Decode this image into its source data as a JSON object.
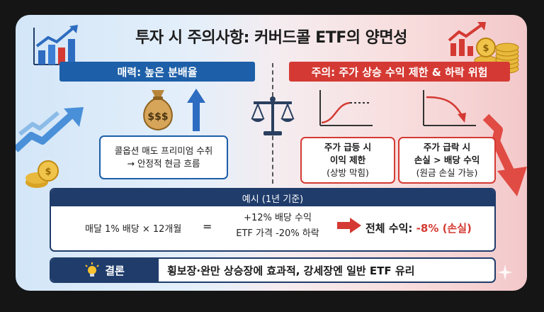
{
  "title": "투자 시 주의사항: 커버드콜 ETF의 양면성",
  "left": {
    "header": "매력: 높은 분배율",
    "bag_text": "$$$",
    "box_line1": "콜옵션 매도 프리미엄 수취",
    "box_line2": "→ 안정적 현금 흐름"
  },
  "right": {
    "header": "주의: 주가 상승 수익 제한 & 하락 위험",
    "box1": {
      "line1": "주가 급등 시",
      "line2": "이익 제한",
      "line3": "(상방 막힘)"
    },
    "box2": {
      "line1": "주가 급락 시",
      "line2": "손실 > 배당 수익",
      "line3": "(원금 손실 가능)"
    }
  },
  "example": {
    "header": "예시 (1년 기준)",
    "monthly": "매달 1% 배당 × 12개월",
    "equals": "=",
    "line1": "+12% 배당 수익",
    "line2": "ETF 가격 -20% 하락",
    "total_label": "전체 수익:",
    "total_value": "-8% (손실)"
  },
  "conclusion": {
    "tag": "결론",
    "text": "횡보장·완만 상승장에 효과적, 강세장엔 일반 ETF 유리"
  },
  "colors": {
    "blue": "#1d5fa8",
    "red": "#d43a33",
    "navy": "#1f3c6b"
  },
  "icons": [
    "bar-chart-up-icon",
    "money-bag-icon",
    "up-arrow-icon",
    "coin-stack-icon",
    "balance-scale-icon",
    "capped-growth-chart-icon",
    "falling-chart-icon",
    "down-arrow-icon",
    "lightbulb-icon",
    "right-arrow-icon",
    "sparkle-icon"
  ]
}
